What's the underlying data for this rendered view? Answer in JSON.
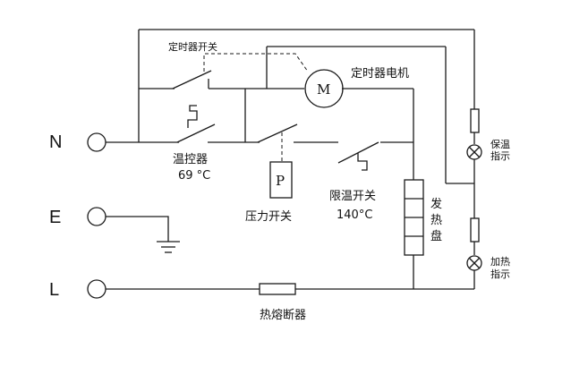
{
  "terminals": {
    "n": "N",
    "e": "E",
    "l": "L"
  },
  "labels": {
    "timer_switch": "定时器开关",
    "timer_motor": "定时器电机",
    "motor_symbol": "M",
    "thermostat": "温控器",
    "thermostat_temp": "69 °C",
    "pressure_switch": "压力开关",
    "pressure_symbol": "P",
    "limit_switch": "限温开关",
    "limit_temp": "140°C",
    "heating_plate": [
      "发",
      "热",
      "盘"
    ],
    "keep_warm_indicator": [
      "保温",
      "指示"
    ],
    "heating_indicator": [
      "加热",
      "指示"
    ],
    "thermal_fuse": "热熔断器"
  }
}
